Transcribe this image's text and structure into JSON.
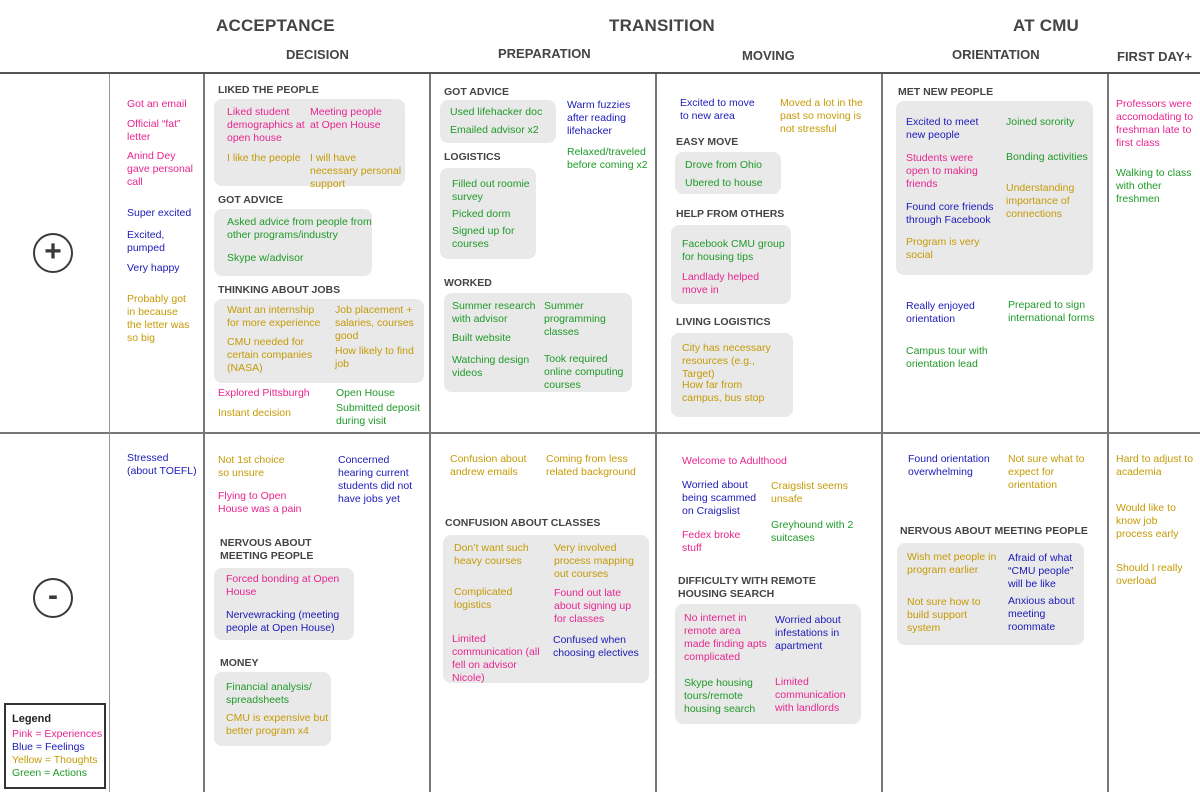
{
  "phases": [
    "ACCEPTANCE",
    "TRANSITION",
    "AT CMU"
  ],
  "stages": [
    "DECISION",
    "PREPARATION",
    "MOVING",
    "ORIENTATION",
    "FIRST DAY+"
  ],
  "rows": {
    "positive_symbol": "+",
    "negative_symbol": "-"
  },
  "colors": {
    "experiences": "#e8258f",
    "feelings": "#1c1ab8",
    "thoughts": "#c59a06",
    "actions": "#1f9a28"
  },
  "legend": {
    "title": "Legend",
    "items": [
      "Pink = Experiences",
      "Blue = Feelings",
      "Yellow = Thoughts",
      "Green = Actions"
    ]
  },
  "acceptance_pos": [
    "Got an email",
    "Official “fat” letter",
    "Anind Dey gave personal call",
    "Super excited",
    "Excited, pumped",
    "Very happy",
    "Probably got in because the letter was so big"
  ],
  "decision_pos": {
    "liked_people": {
      "heading": "LIKED THE PEOPLE",
      "notes": [
        "Liked student demographics at open house",
        "Meeting people at Open House",
        "I like the people",
        "I will have necessary personal support"
      ]
    },
    "got_advice": {
      "heading": "GOT ADVICE",
      "notes": [
        "Asked advice from people from other programs/industry",
        "Skype w/advisor"
      ]
    },
    "thinking_jobs": {
      "heading": "THINKING ABOUT JOBS",
      "notes": [
        "Want an internship for more experience",
        "Job placement + salaries, courses good",
        "CMU needed for certain companies (NASA)",
        "How likely to find job"
      ]
    },
    "loose": [
      "Explored Pittsburgh",
      "Open House",
      "Instant decision",
      "Submitted deposit during visit"
    ]
  },
  "preparation_pos": {
    "got_advice": {
      "heading": "GOT ADVICE",
      "notes": [
        "Used lifehacker doc",
        "Emailed advisor x2"
      ]
    },
    "side": [
      "Warm fuzzies after reading lifehacker",
      "Relaxed/traveled before coming x2"
    ],
    "logistics": {
      "heading": "LOGISTICS",
      "notes": [
        "Filled out roomie survey",
        "Picked dorm",
        "Signed up for courses"
      ]
    },
    "worked": {
      "heading": "WORKED",
      "notes": [
        "Summer research with advisor",
        "Summer programming classes",
        "Built website",
        "Watching design videos",
        "Took required online computing courses"
      ]
    }
  },
  "moving_pos": {
    "top": [
      "Excited to move to new area",
      "Moved a lot in the past so moving is not stressful"
    ],
    "easy_move": {
      "heading": "EASY MOVE",
      "notes": [
        "Drove from Ohio",
        "Ubered to house"
      ]
    },
    "help_others": {
      "heading": "HELP FROM OTHERS",
      "notes": [
        "Facebook CMU group for housing tips",
        "Landlady helped move in"
      ]
    },
    "living_logistics": {
      "heading": "LIVING LOGISTICS",
      "notes": [
        "City has necessary resources (e.g., Target)",
        "How far from campus, bus stop"
      ]
    }
  },
  "orientation_pos": {
    "met_people": {
      "heading": "MET NEW PEOPLE",
      "notes": [
        "Excited to meet new people",
        "Joined sorority",
        "Students were open to making friends",
        "Bonding activities",
        "Found core friends through Facebook",
        "Understanding importance of connections",
        "Program is very social"
      ]
    },
    "loose": [
      "Really enjoyed orientation",
      "Prepared to sign international forms",
      "Campus tour with orientation lead"
    ]
  },
  "firstday_pos": [
    "Professors were accomodating to freshman late to first class",
    "Walking to class with other freshmen"
  ],
  "acceptance_neg": [
    "Stressed (about TOEFL)"
  ],
  "decision_neg": {
    "loose": [
      "Not 1st choice so unsure",
      "Concerned hearing current students did not have jobs yet",
      "Flying to Open House was a pain"
    ],
    "nervous": {
      "heading": "NERVOUS ABOUT MEETING PEOPLE",
      "notes": [
        "Forced bonding at Open House",
        "Nervewracking (meeting people at Open House)"
      ]
    },
    "money": {
      "heading": "MONEY",
      "notes": [
        "Financial analysis/ spreadsheets",
        "CMU is expensive but better program x4"
      ]
    }
  },
  "preparation_neg": {
    "loose": [
      "Confusion about andrew emails",
      "Coming from less related background"
    ],
    "confusion": {
      "heading": "CONFUSION ABOUT CLASSES",
      "notes": [
        "Don’t want such heavy courses",
        "Very involved process mapping out courses",
        "Complicated logistics",
        "Found out late about signing up for classes",
        "Limited communication (all fell on advisor Nicole)",
        "Confused when choosing electives"
      ]
    }
  },
  "moving_neg": {
    "loose": [
      "Welcome to Adulthood",
      "Worried about being scammed on Craigslist",
      "Craigslist seems unsafe",
      "Fedex broke stuff",
      "Greyhound with 2 suitcases"
    ],
    "remote": {
      "heading": "DIFFICULTY WITH REMOTE HOUSING SEARCH",
      "notes": [
        "No internet in remote area made finding apts complicated",
        "Worried about infestations in apartment",
        "Skype housing tours/remote housing search",
        "Limited communication with landlords"
      ]
    }
  },
  "orientation_neg": {
    "loose": [
      "Found orientation overwhelming",
      "Not sure what to expect for orientation"
    ],
    "nervous": {
      "heading": "NERVOUS ABOUT MEETING PEOPLE",
      "notes": [
        "Wish met people in program earlier",
        "Afraid of what “CMU people” will be like",
        "Not sure how to build support system",
        "Anxious about meeting roommate"
      ]
    }
  },
  "firstday_neg": [
    "Hard to adjust to academia",
    "Would like to know job process early",
    "Should I really overload"
  ]
}
